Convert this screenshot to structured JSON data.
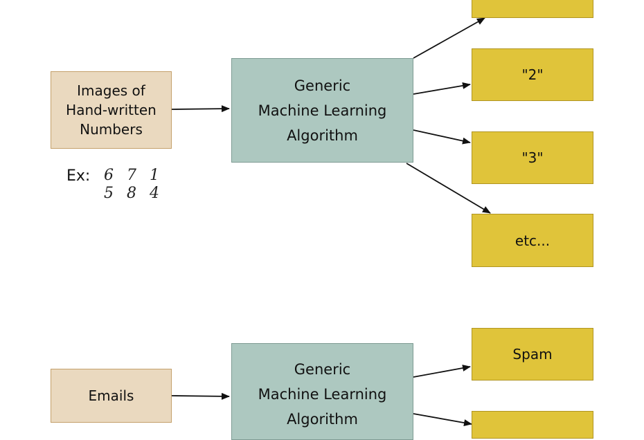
{
  "top": {
    "input_label": "Images of\nHand-written\nNumbers",
    "algorithm_label": "Generic\nMachine Learning\nAlgorithm",
    "outputs": [
      "",
      "\"2\"",
      "\"3\"",
      "etc..."
    ],
    "example_prefix": "Ex:",
    "example_digits_row1": "6 7 1",
    "example_digits_row2": "5 8 4"
  },
  "bottom": {
    "input_label": "Emails",
    "algorithm_label": "Generic\nMachine Learning\nAlgorithm",
    "outputs": [
      "Spam",
      ""
    ]
  }
}
